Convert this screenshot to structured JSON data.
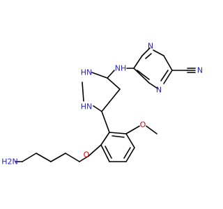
{
  "molecule": {
    "labels": {
      "nh2": "H2N",
      "nh_pyrazolidine_top": "HN",
      "nh_pyrazolidine_bottom": "HN",
      "nh_amine": "NH",
      "n_pyrazine_top": "N",
      "n_pyrazine_bottom": "N",
      "n_nitrile": "N",
      "o_ether": "O",
      "o_methoxy": "O"
    },
    "colors": {
      "bond": "#000000",
      "nitrogen": "#1f1fe0",
      "oxygen": "#e00000"
    }
  }
}
